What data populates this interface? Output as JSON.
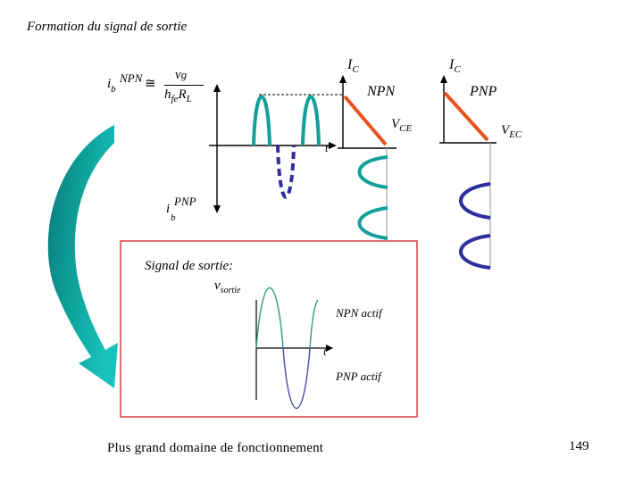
{
  "slide": {
    "title": "Formation du signal de sortie",
    "footer": "Plus grand domaine de fonctionnement",
    "page_number": "149"
  },
  "input_graph": {
    "formula": {
      "lhs_var": "i",
      "lhs_sub": "b",
      "lhs_sup": "NPN",
      "approx": "≅",
      "num_var": "v",
      "num_sub": "g",
      "den_var": "h",
      "den_sub": "fe",
      "den_var2": "R",
      "den_sub2": "L"
    },
    "pnp_label": {
      "var": "i",
      "sub": "b",
      "sup": "PNP"
    },
    "time_label": "t"
  },
  "npn_characteristic": {
    "ylabel": {
      "var": "I",
      "sub": "C"
    },
    "name": "NPN",
    "xlabel": {
      "var": "V",
      "sub": "CE"
    }
  },
  "pnp_characteristic": {
    "ylabel": {
      "var": "I",
      "sub": "C"
    },
    "name": "PNP",
    "xlabel": {
      "var": "V",
      "sub": "EC"
    }
  },
  "output_box": {
    "heading": "Signal de sortie:",
    "ylabel": {
      "var": "v",
      "sub": "sortie"
    },
    "time_label": "t",
    "npn_note": "NPN actif",
    "pnp_note": "PNP actif"
  },
  "colors": {
    "teal": "#14a09a",
    "navy": "#2e2e9c",
    "red_line": "#e8531d",
    "box_border": "#d62020",
    "arrow_light": "#0db0a8",
    "arrow_dark": "#0a7a7a"
  }
}
